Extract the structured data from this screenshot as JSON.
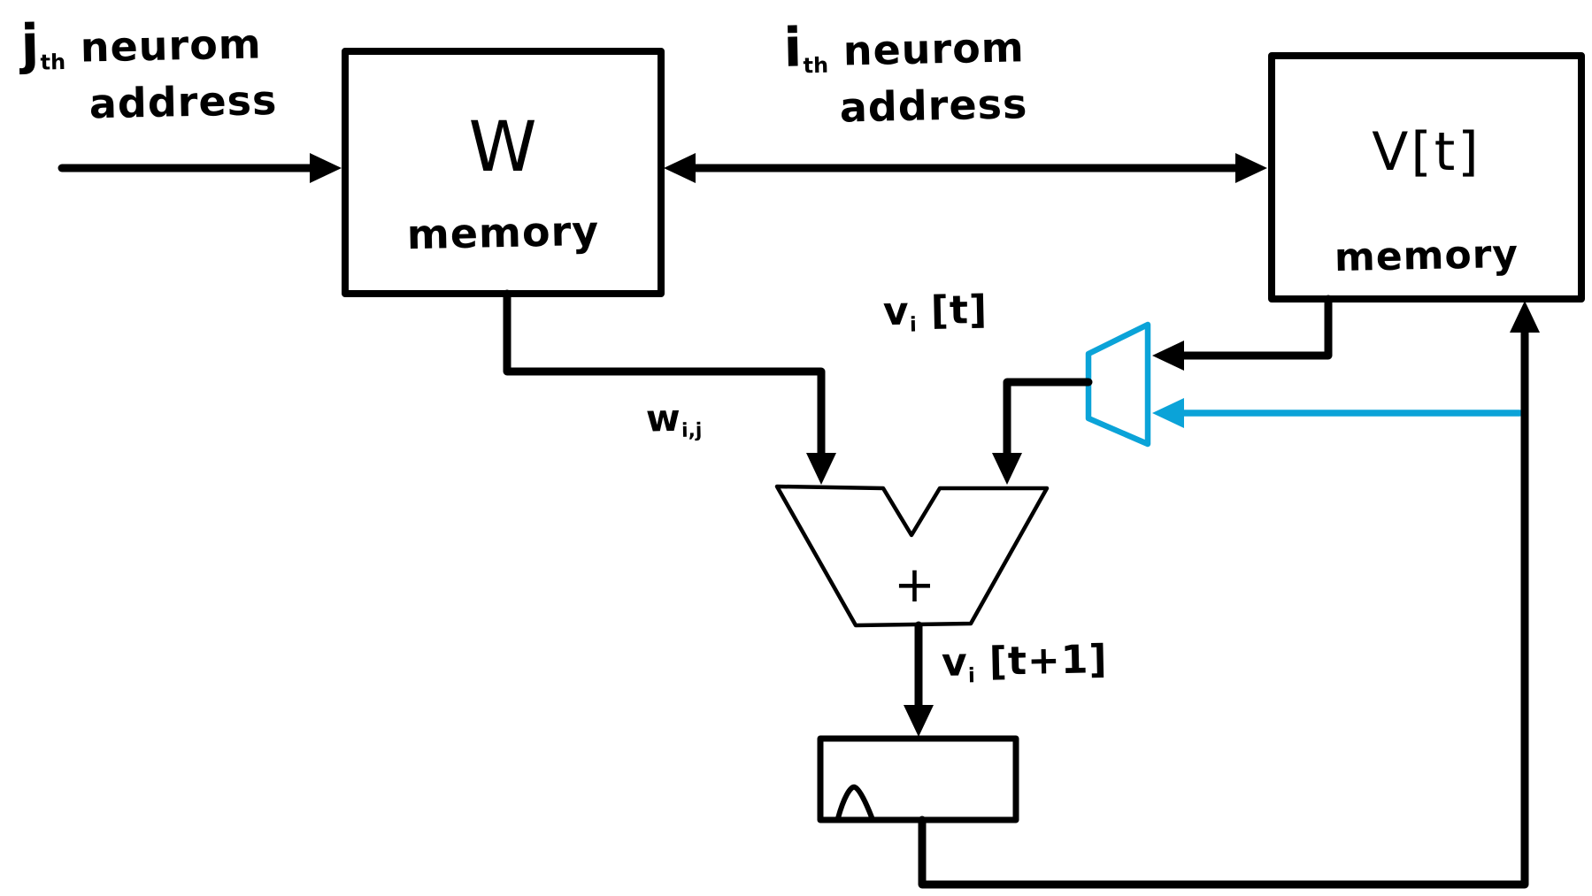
{
  "canvas": {
    "background": "#ffffff",
    "ink_color": "#000000",
    "accent_color": "#0BA3D8"
  },
  "labels": {
    "j_address": {
      "lead": "j",
      "sub": "th",
      "rest": "neurom",
      "line2": "address"
    },
    "i_address": {
      "lead": "i",
      "sub": "th",
      "rest": "neurom",
      "line2": "address"
    },
    "w_memory": {
      "title": "W",
      "subtitle": "memory"
    },
    "v_memory": {
      "title": "V[t]",
      "subtitle": "memory"
    },
    "adder": {
      "operator": "+"
    },
    "wires": {
      "w_output": {
        "main": "w",
        "sub": "i,j"
      },
      "v_current": {
        "main": "v",
        "sub": "i",
        "suffix": " [t]"
      },
      "v_next": {
        "main": "v",
        "sub": "i",
        "suffix": " [t+1]"
      }
    },
    "icons": {
      "register_clock": "clock-edge-caret"
    }
  }
}
